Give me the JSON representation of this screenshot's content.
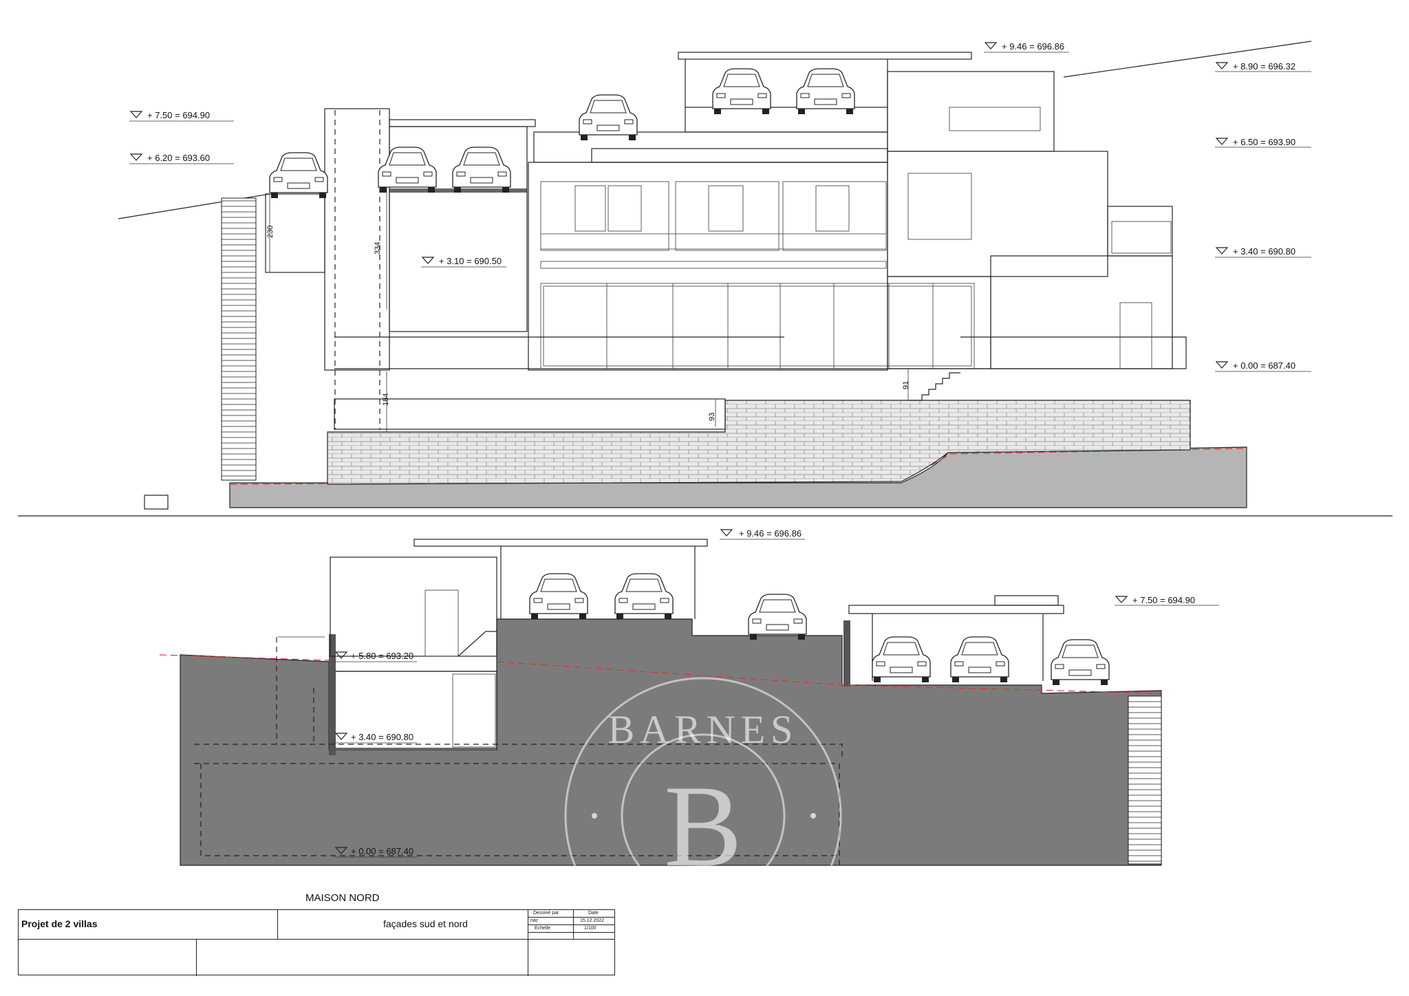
{
  "sheet": {
    "title_label": "MAISON NORD",
    "project": "Projet de 2 villas",
    "drawing_title": "façades sud et nord",
    "drawn_by_label": "Dessiné par",
    "drawn_by": "nac",
    "date_label": "Date",
    "date": "15.12.2022",
    "scale_label": "Echelle",
    "scale": "1/100"
  },
  "south_facade": {
    "levels": [
      "+ 9.46 = 696.86",
      "+ 8.90 = 696.32",
      "+ 7.50 = 694.90",
      "+ 6.50 = 693.90",
      "+ 6.20 = 693.60",
      "+ 3.40 = 690.80",
      "+ 3.10 = 690.50",
      "+ 0.00 = 687.40"
    ],
    "dimensions": [
      "230",
      "334",
      "184",
      "93",
      "91"
    ]
  },
  "north_facade": {
    "levels": [
      "+ 9.46 = 696.86",
      "+ 7.50 = 694.90",
      "+ 5.80 = 693.20",
      "+ 3.40 = 690.80",
      "+ 0.00 = 687.40"
    ]
  },
  "watermark": {
    "brand": "BARNES",
    "monogram": "B",
    "color": "#ffffff"
  },
  "colors": {
    "ground": "#7b7b7b",
    "ground_light": "#b5b5b5",
    "terrain_line": "#d33333"
  }
}
